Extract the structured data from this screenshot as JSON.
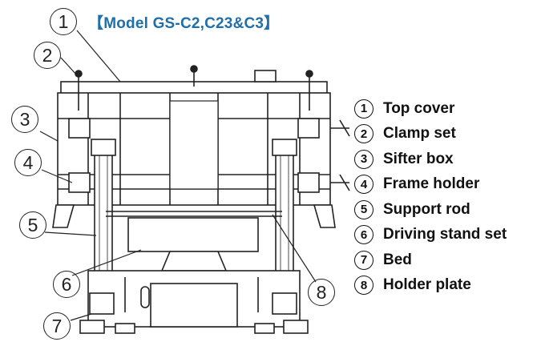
{
  "title": "【Model GS-C2,C23&C3】",
  "legend": [
    {
      "num": "1",
      "label": "Top cover"
    },
    {
      "num": "2",
      "label": "Clamp set"
    },
    {
      "num": "3",
      "label": "Sifter box"
    },
    {
      "num": "4",
      "label": "Frame holder"
    },
    {
      "num": "5",
      "label": "Support rod"
    },
    {
      "num": "6",
      "label": "Driving stand set"
    },
    {
      "num": "7",
      "label": "Bed"
    },
    {
      "num": "8",
      "label": "Holder plate"
    }
  ],
  "callouts": [
    "1",
    "2",
    "3",
    "4",
    "5",
    "6",
    "7",
    "8"
  ],
  "colors": {
    "title": "#1f6fa8",
    "line": "#222222"
  }
}
